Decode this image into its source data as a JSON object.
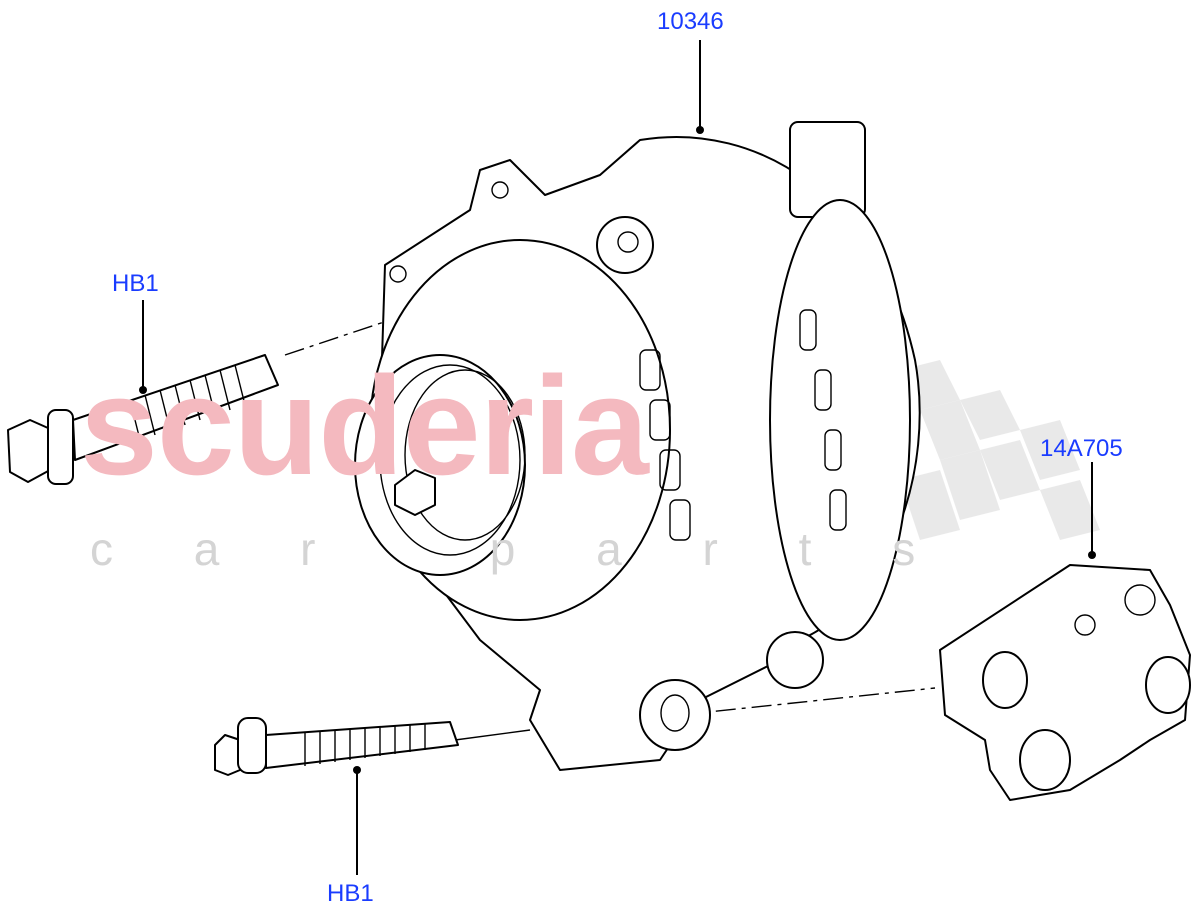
{
  "diagram": {
    "callouts": [
      {
        "id": "alternator",
        "label": "10346"
      },
      {
        "id": "bolt-upper",
        "label": "HB1"
      },
      {
        "id": "bolt-lower",
        "label": "HB1"
      },
      {
        "id": "bracket",
        "label": "14A705"
      }
    ],
    "label_color": "#1a3cff"
  },
  "watermark": {
    "brand": "scuderia",
    "subtitle": "c a r   p a r t s"
  }
}
